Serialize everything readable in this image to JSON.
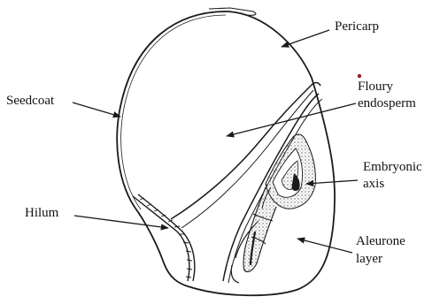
{
  "diagram": {
    "labels": {
      "pericarp": "Pericarp",
      "seedcoat": "Seedcoat",
      "floury_line1": "Floury",
      "floury_line2": "endosperm",
      "embryonic_line1": "Embryonic",
      "embryonic_line2": "axis",
      "hilum": "Hilum",
      "aleurone_line1": "Aleurone",
      "aleurone_line2": "layer"
    },
    "colors": {
      "outline": "#1a1a1a",
      "stipple": "#555555",
      "background": "#ffffff",
      "dot": "#a01818"
    }
  }
}
